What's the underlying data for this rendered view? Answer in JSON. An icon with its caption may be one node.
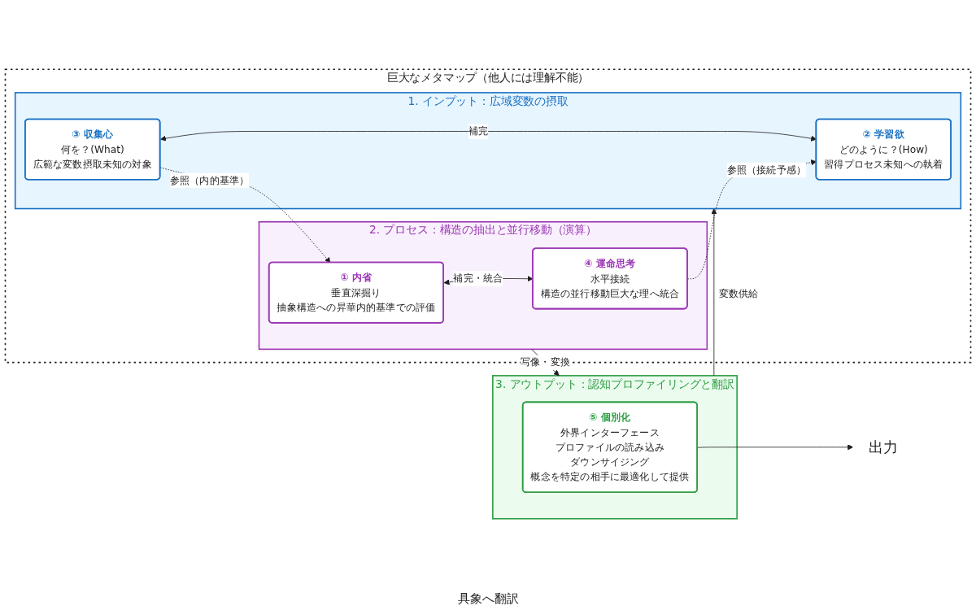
{
  "diagram": {
    "nodes": [
      {
        "text": [
          "巨大なメタマップ（他人には理解不能）"
        ]
      },
      {
        "text": [
          "1. インプット：広域変数の摂取"
        ],
        "in": 0
      },
      {
        "text": [
          "③ 収集心",
          "何を？(What)",
          "広範な変数摂取未知の対象"
        ],
        "in": 1
      },
      {
        "text": [
          "② 学習欲",
          "どのように？(How)",
          "習得プロセス未知への執着"
        ],
        "in": 1
      },
      {
        "text": [
          "2. プロセス：構造の抽出と並行移動（演算）"
        ],
        "in": 0
      },
      {
        "text": [
          "① 内省",
          "垂直深掘り",
          "抽象構造への昇華内的基準での評価"
        ],
        "in": 4
      },
      {
        "text": [
          "④ 運命思考",
          "水平接続",
          "構造の並行移動巨大な理へ統合"
        ],
        "in": 4
      },
      {
        "text": [
          "3. アウトプット：認知プロファイリングと翻訳"
        ]
      },
      {
        "text": [
          "⑤ 個別化",
          "外界インターフェース",
          "プロファイルの読み込み",
          "ダウンサイジング",
          "概念を特定の相手に最適化して提供"
        ],
        "in": 7
      },
      {
        "text": [
          "出力"
        ]
      }
    ],
    "edges": [
      {
        "from": 2,
        "to": 3,
        "arrow": "both",
        "label": "補完"
      },
      {
        "from": 2,
        "to": 5,
        "arrow": "to",
        "label": "参照（内的基準）",
        "style": "dashed"
      },
      {
        "from": 6,
        "to": 3,
        "arrow": "to",
        "label": "参照（接続予感）",
        "style": "dashed"
      },
      {
        "from": 5,
        "to": 6,
        "arrow": "both",
        "label": "補完・統合"
      },
      {
        "from": 7,
        "to": 1,
        "arrow": "to",
        "label": "変数供給"
      },
      {
        "from": 4,
        "to": 7,
        "arrow": "to",
        "label": "写像・変換"
      },
      {
        "from": 8,
        "to": 9,
        "arrow": "to"
      }
    ],
    "labels": [
      "具象へ翻訳"
    ]
  }
}
